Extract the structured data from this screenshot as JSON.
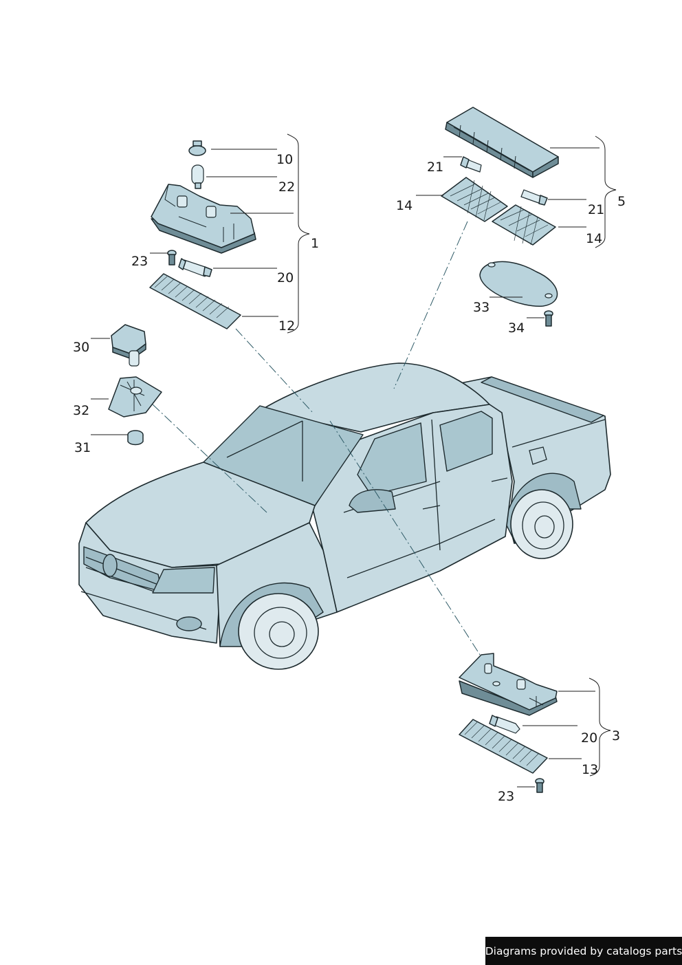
{
  "callouts": {
    "c10": "10",
    "c22": "22",
    "c1": "1",
    "c23a": "23",
    "c20a": "20",
    "c12": "12",
    "c30": "30",
    "c32": "32",
    "c31": "31",
    "c21a": "21",
    "c14a": "14",
    "c5": "5",
    "c21b": "21",
    "c14b": "14",
    "c33": "33",
    "c34": "34",
    "c3": "3",
    "c20b": "20",
    "c13": "13",
    "c23b": "23"
  },
  "footer": {
    "credit": "Diagrams provided by catalogs parts"
  },
  "colors": {
    "part_fill": "#b9d3dc",
    "part_shadow": "#6f8d97",
    "outline": "#1d2a2e",
    "background": "#ffffff",
    "credit_bg": "#0d0d0d",
    "credit_text": "#ffffff"
  }
}
